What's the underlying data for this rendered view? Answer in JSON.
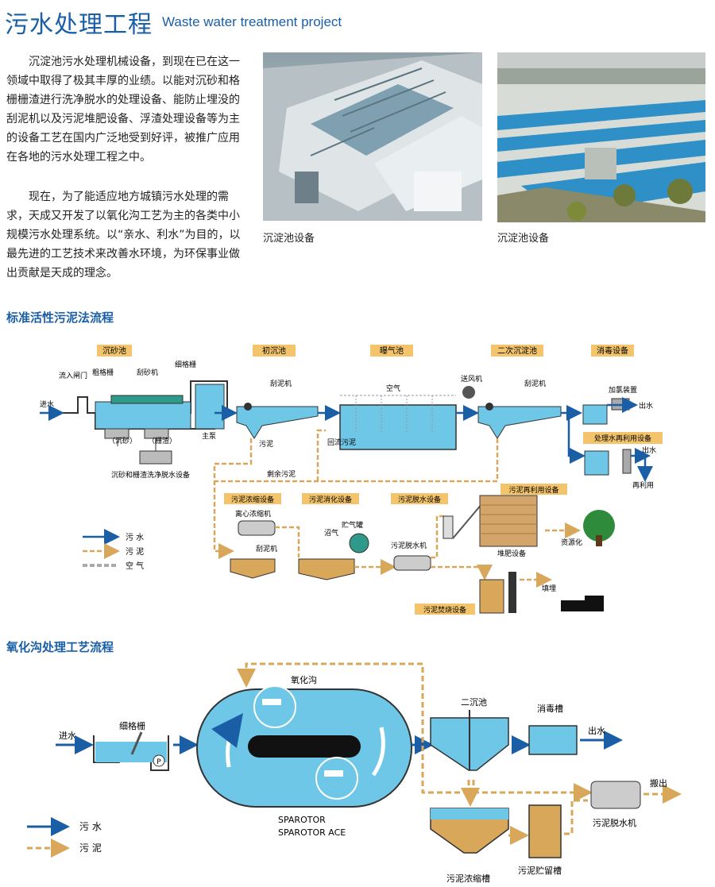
{
  "header": {
    "title_cn": "污水处理工程",
    "title_en": "Waste water treatment project"
  },
  "intro": {
    "para1": "沉淀池污水处理机械设备，到现在已在这一领域中取得了极其丰厚的业绩。以能对沉砂和格栅栅渣进行洗净脱水的处理设备、能防止埋没的刮泥机以及污泥堆肥设备、浮渣处理设备等为主的设备工艺在国内广泛地受到好评，被推广应用在各地的污水处理工程之中。",
    "para2": "现在，为了能适应地方城镇污水处理的需求，天成又开发了以氧化沟工艺为主的各类中小规模污水处理系统。以“亲水、利水”为目的，以最先进的工艺技术来改善水环境，为环保事业做出贡献是天成的理念。"
  },
  "photos": {
    "left_caption": "沉淀池设备",
    "right_caption": "沉淀池设备"
  },
  "diagram1": {
    "title": "标准活性污泥法流程",
    "stages": [
      "沉砂池",
      "初沉池",
      "曝气池",
      "二次沉淀池",
      "消毒设备"
    ],
    "labels": {
      "inlet": "进水",
      "gate": "流入闸门",
      "coarse_screen": "粗格栅",
      "grit_scraper": "刮砂机",
      "fine_screen": "细格栅",
      "grit": "（沉砂）",
      "screenings": "（栅渣）",
      "main_pump": "主泵",
      "grit_wash": "沉砂和栅渣洗净脱水设备",
      "scraper1": "刮泥机",
      "air": "空气",
      "blower": "送风机",
      "scraper2": "刮泥机",
      "chlorine": "加氯装置",
      "outlet1": "出水",
      "reuse_eq": "处理水再利用设备",
      "outlet2": "出水",
      "reuse": "再利用",
      "sludge_v": "污泥",
      "return_sludge": "回流污泥",
      "excess_sludge": "剩余污泥",
      "thicken": "污泥浓缩设备",
      "digest": "污泥消化设备",
      "dewater": "污泥脱水设备",
      "sludge_reuse": "污泥再利用设备",
      "centrifuge": "离心浓缩机",
      "biogas": "沼气",
      "gas_tank": "贮气罐",
      "scraper3": "刮泥机",
      "dewater_m": "污泥脱水机",
      "compost": "堆肥设备",
      "resource": "资源化",
      "landfill": "填埋",
      "incinerate": "污泥焚烧设备"
    },
    "legend": [
      {
        "label": "污 水",
        "type": "water"
      },
      {
        "label": "污 泥",
        "type": "sludge"
      },
      {
        "label": "空 气",
        "type": "air"
      }
    ]
  },
  "diagram2": {
    "title": "氧化沟处理工艺流程",
    "labels": {
      "inlet": "进水",
      "fine_screen": "细格栅",
      "pump": "P",
      "ditch": "氧化沟",
      "rotor1": "SPAROTOR",
      "rotor2": "SPAROTOR ACE",
      "clarifier": "二沉池",
      "disinfect": "消毒槽",
      "outlet": "出水",
      "dewater": "污泥脱水机",
      "discharge": "搬出",
      "thickener": "污泥浓缩槽",
      "storage": "污泥贮留槽"
    },
    "legend": [
      {
        "label": "污 水",
        "type": "water"
      },
      {
        "label": "污 泥",
        "type": "sludge"
      }
    ]
  },
  "colors": {
    "water_blue": "#1a5fa6",
    "tank_blue": "#6fc7e8",
    "sludge": "#d9a75a",
    "stage_bg": "#f3c46b"
  }
}
